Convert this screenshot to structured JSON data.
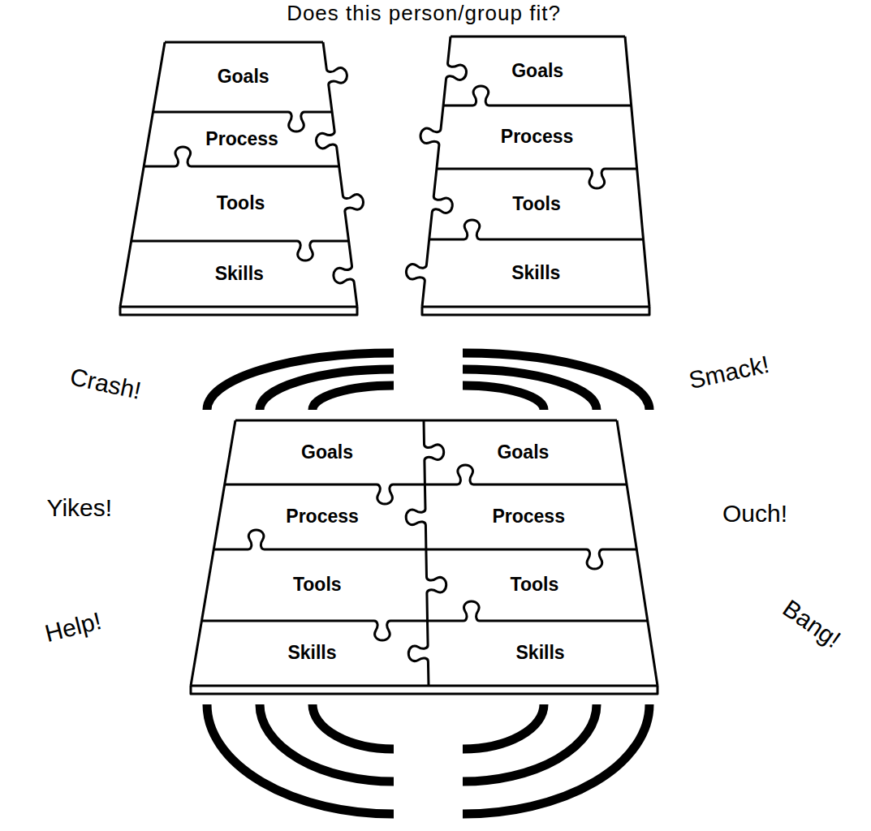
{
  "diagram": {
    "title": "Does this person/group fit?",
    "nodes": [
      {
        "text": [
          "Goals"
        ]
      },
      {
        "text": [
          "Goals"
        ]
      },
      {
        "text": [
          "Process"
        ]
      },
      {
        "text": [
          "Process"
        ]
      },
      {
        "text": [
          "Tools"
        ]
      },
      {
        "text": [
          "Tools"
        ]
      },
      {
        "text": [
          "Skills"
        ]
      },
      {
        "text": [
          "Skills"
        ]
      },
      {
        "text": [
          "Goals"
        ]
      },
      {
        "text": [
          "Goals"
        ]
      },
      {
        "text": [
          "Process"
        ]
      },
      {
        "text": [
          "Process"
        ]
      },
      {
        "text": [
          "Tools"
        ]
      },
      {
        "text": [
          "Tools"
        ]
      },
      {
        "text": [
          "Skills"
        ]
      },
      {
        "text": [
          "Skills"
        ]
      }
    ],
    "labels": [
      "Crash!",
      "Smack!",
      "Yikes!",
      "Ouch!",
      "Help!",
      "Bang!"
    ]
  }
}
